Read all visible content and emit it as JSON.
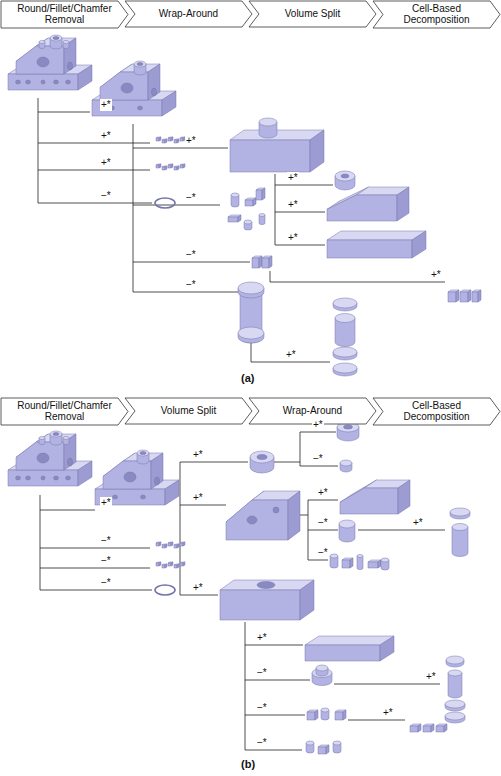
{
  "diagram": {
    "nodes": [
      {
        "text": [
          "Round/Fillet/Chamfer Removal"
        ]
      },
      {
        "text": [
          "Wrap-Around"
        ]
      },
      {
        "text": [
          "Volume Split"
        ]
      },
      {
        "text": [
          "Cell-Based Decomposition"
        ]
      },
      {
        "text": [
          "Round/Fillet/Chamfer Removal"
        ]
      },
      {
        "text": [
          "Volume Split"
        ]
      },
      {
        "text": [
          "Wrap-Around"
        ]
      },
      {
        "text": [
          "Cell-Based Decomposition"
        ]
      }
    ],
    "labels": [
      "+*",
      "+*",
      "+*",
      "−*",
      "+*",
      "−*",
      "−*",
      "−*",
      "+*",
      "+*",
      "+*",
      "+*",
      "+*",
      "(a)",
      "+*",
      "−*",
      "−*",
      "−*",
      "+*",
      "+*",
      "+*",
      "+*",
      "−*",
      "+*",
      "−*",
      "−*",
      "+*",
      "+*",
      "−*",
      "−*",
      "−*",
      "+*",
      "+*",
      "(b)"
    ]
  }
}
